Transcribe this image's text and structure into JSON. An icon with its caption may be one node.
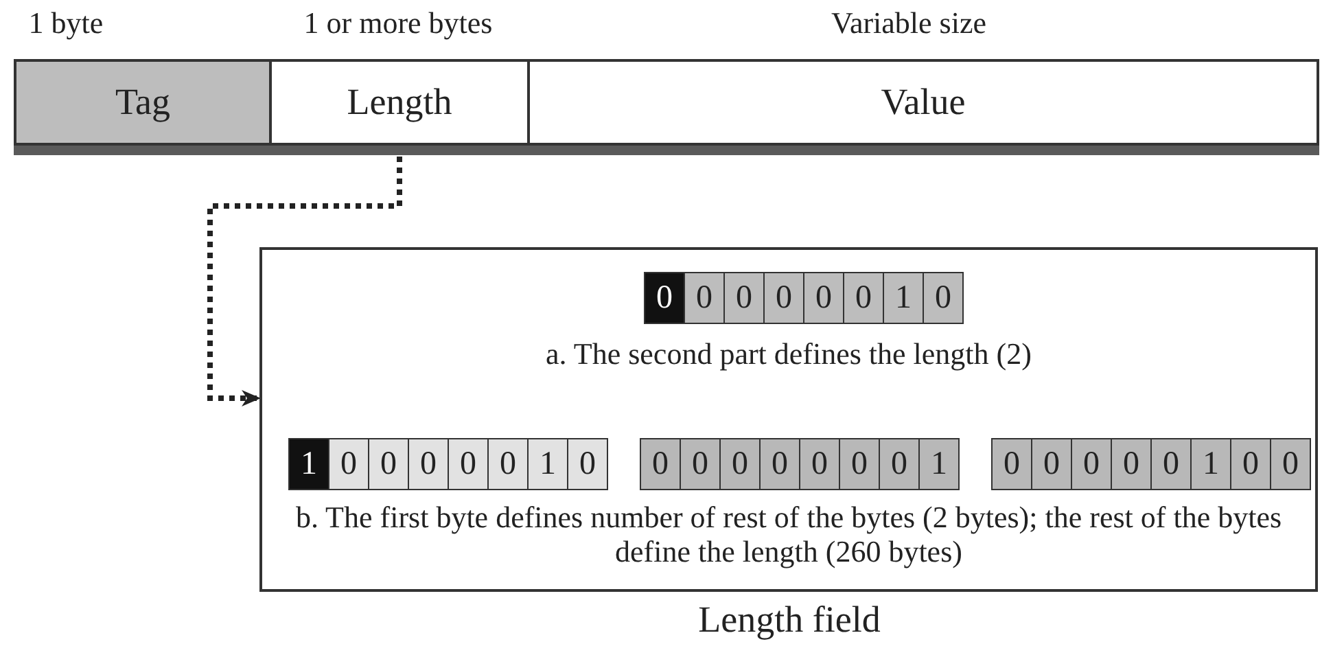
{
  "diagram": {
    "caption": "Length field",
    "nodes": [
      {
        "text": [
          "Tag"
        ],
        "beside": [
          "1 byte"
        ]
      },
      {
        "text": [
          "Length"
        ],
        "beside": [
          "1 or more bytes"
        ]
      },
      {
        "text": [
          "Value"
        ],
        "beside": [
          "Variable size"
        ]
      },
      {
        "text": [
          "a. The second part defines the length (2)",
          "b. The first byte defines number of rest of the bytes (2 bytes); the rest of the bytes define the length (260 bytes)"
        ]
      },
      {
        "text": [
          "0"
        ],
        "in": 3
      },
      {
        "text": [
          "0"
        ],
        "in": 3
      },
      {
        "text": [
          "0"
        ],
        "in": 3
      },
      {
        "text": [
          "0"
        ],
        "in": 3
      },
      {
        "text": [
          "0"
        ],
        "in": 3
      },
      {
        "text": [
          "0"
        ],
        "in": 3
      },
      {
        "text": [
          "1"
        ],
        "in": 3
      },
      {
        "text": [
          "0"
        ],
        "in": 3
      },
      {
        "text": [
          "1"
        ],
        "in": 3
      },
      {
        "text": [
          "0"
        ],
        "in": 3
      },
      {
        "text": [
          "0"
        ],
        "in": 3
      },
      {
        "text": [
          "0"
        ],
        "in": 3
      },
      {
        "text": [
          "0"
        ],
        "in": 3
      },
      {
        "text": [
          "0"
        ],
        "in": 3
      },
      {
        "text": [
          "1"
        ],
        "in": 3
      },
      {
        "text": [
          "0"
        ],
        "in": 3
      },
      {
        "text": [
          "0"
        ],
        "in": 3
      },
      {
        "text": [
          "0"
        ],
        "in": 3
      },
      {
        "text": [
          "0"
        ],
        "in": 3
      },
      {
        "text": [
          "0"
        ],
        "in": 3
      },
      {
        "text": [
          "0"
        ],
        "in": 3
      },
      {
        "text": [
          "0"
        ],
        "in": 3
      },
      {
        "text": [
          "0"
        ],
        "in": 3
      },
      {
        "text": [
          "1"
        ],
        "in": 3
      },
      {
        "text": [
          "0"
        ],
        "in": 3
      },
      {
        "text": [
          "0"
        ],
        "in": 3
      },
      {
        "text": [
          "0"
        ],
        "in": 3
      },
      {
        "text": [
          "0"
        ],
        "in": 3
      },
      {
        "text": [
          "0"
        ],
        "in": 3
      },
      {
        "text": [
          "1"
        ],
        "in": 3
      },
      {
        "text": [
          "0"
        ],
        "in": 3
      },
      {
        "text": [
          "0"
        ],
        "in": 3
      }
    ],
    "edges": [
      {
        "from": 1,
        "to": 3,
        "arrow": "to",
        "style": "dashed"
      }
    ]
  }
}
